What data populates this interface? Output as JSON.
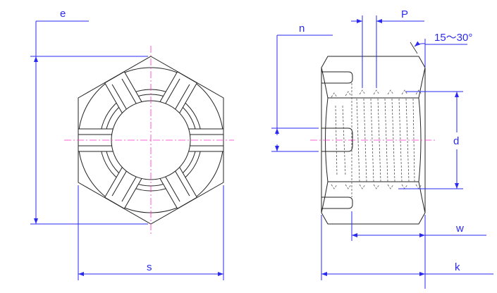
{
  "labels": {
    "e": "e",
    "s": "s",
    "n": "n",
    "P": "P",
    "angle": "15～30°",
    "d": "d",
    "w": "w",
    "k": "k"
  },
  "colors": {
    "dimension": "#2a2af0",
    "centerline": "#ff33cc",
    "outline": "#222222"
  }
}
